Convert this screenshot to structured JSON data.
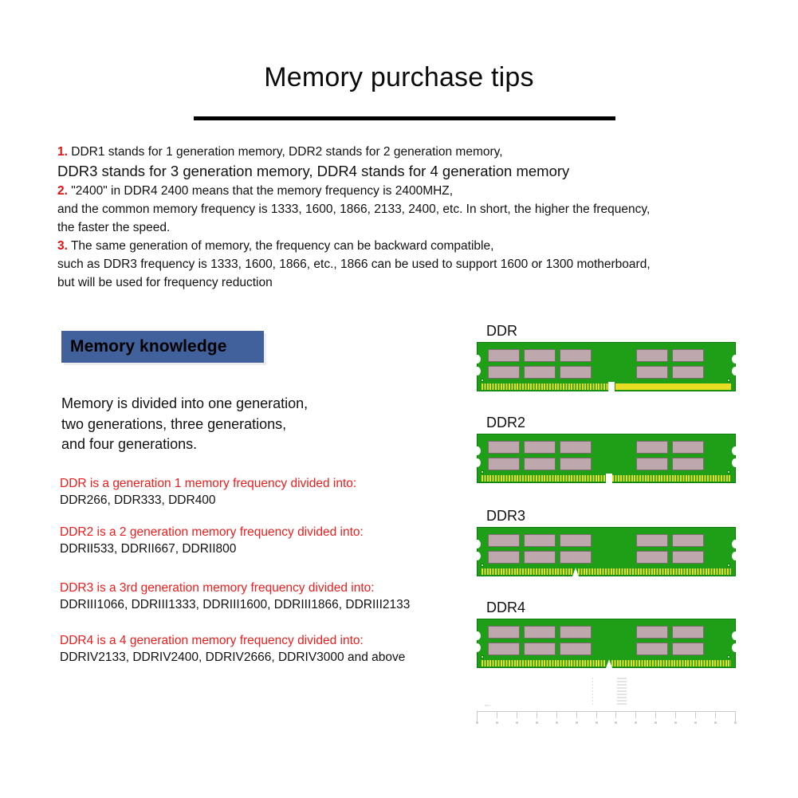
{
  "page": {
    "title": "Memory purchase tips",
    "background_color": "#ffffff",
    "accent_red": "#ee1c1c",
    "banner_blue": "#41619c",
    "pcb_green": "#1f9e17",
    "chip_color": "#bfa7ae",
    "pin_gold": "#e8dd22"
  },
  "tips": {
    "items": [
      {
        "number": "1.",
        "lines": [
          "DDR1 stands for 1 generation memory, DDR2 stands for 2 generation memory,",
          "DDR3 stands for 3 generation memory, DDR4 stands for 4 generation memory"
        ]
      },
      {
        "number": "2.",
        "lines": [
          "\"2400\" in DDR4 2400 means that the memory frequency is 2400MHZ,",
          "and the common memory frequency is 1333, 1600, 1866, 2133, 2400, etc. In short, the higher the frequency,",
          "the faster the speed."
        ]
      },
      {
        "number": "3.",
        "lines": [
          "The same generation of memory, the frequency can be backward compatible,",
          "such as DDR3 frequency is 1333, 1600, 1866, etc., 1866 can be used to support 1600 or 1300 motherboard,",
          "but will be used for frequency reduction"
        ]
      }
    ],
    "flat_lines": [
      "DDR1 stands for 1 generation memory, DDR2 stands for 2 generation memory,",
      "DDR3 stands for 3 generation memory, DDR4 stands for 4 generation memory",
      "\"2400\" in DDR4 2400 means that the memory frequency is 2400MHZ,",
      "and the common memory frequency is 1333, 1600, 1866, 2133, 2400, etc. In short, the higher the frequency,",
      "the faster the speed.",
      "The same generation of memory, the frequency can be backward compatible,",
      "such as DDR3 frequency is 1333, 1600, 1866, etc., 1866 can be used to support 1600 or 1300 motherboard,",
      "but will be used for frequency reduction"
    ]
  },
  "knowledge": {
    "banner_label": "Memory knowledge",
    "intro_lines": [
      "Memory is divided into one generation,",
      "two generations, three generations,",
      "and four generations."
    ],
    "generations": [
      {
        "heading": "DDR is a generation 1 memory frequency divided into:",
        "body": "DDR266, DDR333, DDR400"
      },
      {
        "heading": "DDR2 is a 2 generation memory frequency divided into:",
        "body": "DDRII533, DDRII667, DDRII800"
      },
      {
        "heading": "DDR3 is a 3rd generation memory frequency divided into:",
        "body": "DDRIII1066, DDRIII1333, DDRIII1600, DDRIII1866, DDRIII2133"
      },
      {
        "heading": "DDR4 is a 4 generation memory frequency divided into:",
        "body": "DDRIV2133, DDRIV2400, DDRIV2666, DDRIV3000 and above"
      }
    ]
  },
  "modules": [
    {
      "label": "DDR",
      "notch_percent": 52,
      "notch_style": "gap",
      "pins_right_solid": true
    },
    {
      "label": "DDR2",
      "notch_percent": 51,
      "notch_style": "gap",
      "pins_right_solid": false
    },
    {
      "label": "DDR3",
      "notch_percent": 38,
      "notch_style": "tri",
      "pins_right_solid": false
    },
    {
      "label": "DDR4",
      "notch_percent": 51,
      "notch_style": "tri",
      "pins_right_solid": false
    }
  ],
  "ruler": {
    "tick_count": 14,
    "label": "mm"
  }
}
